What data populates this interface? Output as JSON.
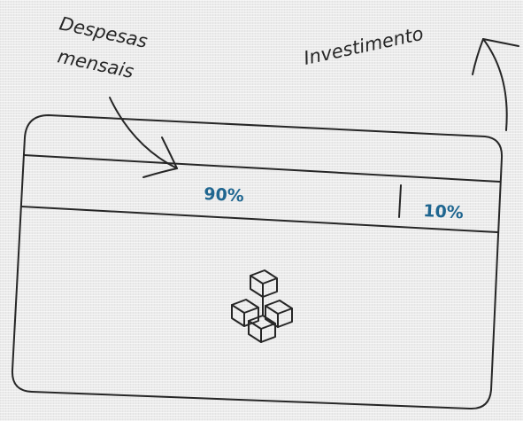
{
  "annotations": {
    "expenses_line1": "Despesas",
    "expenses_line2": "mensais",
    "investment": "Investimento"
  },
  "card": {
    "expenses_percent": "90%",
    "investment_percent": "10%"
  },
  "colors": {
    "ink": "#262626",
    "accent": "#1f6690",
    "background": "#ebebeb"
  },
  "icons": {
    "chip": "stacked-cubes-icon"
  }
}
